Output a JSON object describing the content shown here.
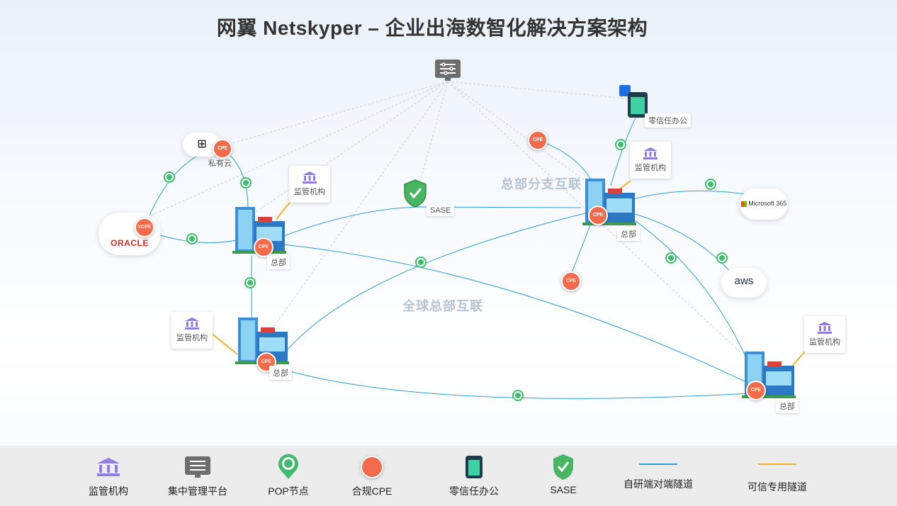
{
  "title": "网翼 Netskyper – 企业出海数智化解决方案架构",
  "regions": {
    "branch": "总部分支互联",
    "global": "全球总部互联"
  },
  "labels": {
    "hq": "总部",
    "regulator": "监管机构",
    "private_cloud": "私有云",
    "sase": "SASE",
    "zero_trust": "零信任办公",
    "cpe": "CPE",
    "vcpe": "VCPE"
  },
  "clouds": {
    "oracle": "ORACLE",
    "microsoft": "Microsoft 365",
    "aws": "aws"
  },
  "legend": [
    {
      "label": "监管机构",
      "icon": "regulator-icon"
    },
    {
      "label": "集中管理平台",
      "icon": "management-platform-icon"
    },
    {
      "label": "POP节点",
      "icon": "pop-node-icon"
    },
    {
      "label": "合规CPE",
      "icon": "cpe-icon"
    },
    {
      "label": "零信任办公",
      "icon": "zero-trust-icon"
    },
    {
      "label": "SASE",
      "icon": "sase-icon"
    },
    {
      "label": "自研端对端隧道",
      "icon": "blue-line-icon"
    },
    {
      "label": "可信专用隧道",
      "icon": "yellow-line-icon"
    }
  ],
  "colors": {
    "tunnel": "#2aa1d2",
    "trusted_tunnel": "#f0b429",
    "cpe": "#f26b4b",
    "pop": "#3dbd6c",
    "regulator": "#8f7ee0"
  }
}
